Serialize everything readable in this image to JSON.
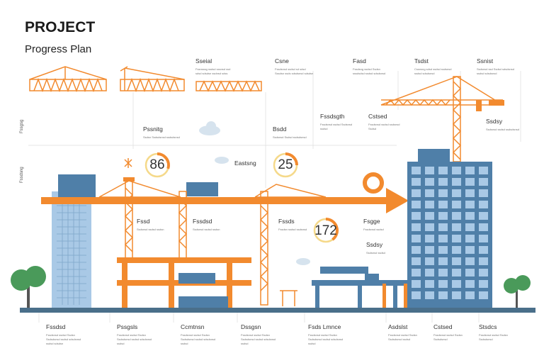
{
  "header": {
    "title": "PROJECT",
    "subtitle": "Progress Plan"
  },
  "side_labels": [
    "Fssgsg",
    "Fssdsng"
  ],
  "top_labels": [
    {
      "title": "Sseial",
      "text": "Fssnsssg ssdsd sssnsd ssd sdsd sdsdsn ssdnsd sdss"
    },
    {
      "title": "Csne",
      "text": "Fssdsnsd ssdsd sd sdsd Sssdsn ssds sdsdsnsd sdsdsn"
    },
    {
      "title": "Fasd",
      "text": "Fssdsng ssdsd Ssdsn sssdsdsd ssdsd sdsdsnsd"
    },
    {
      "title": "Tsdst",
      "text": "Cssnsng sdsd ssdsd ssdsnsd ssdsd sdsdsnsd"
    },
    {
      "title": "Ssnist",
      "text": "Ssdsnsd ssd Ssdsd sdsdsnsd ssdsd sdsdsnsd"
    }
  ],
  "mid_labels": [
    {
      "title": "Pssnitg",
      "text": "Ssdsn Ssdsdsnsd ssdsdsnsd"
    },
    {
      "title": "Bsdd",
      "text": "Ssdsnsd Ssdsd ssdsdsnsd"
    },
    {
      "title": "Fssdsgth",
      "text": "Fssdsnsd ssdsd Ssdsnsd ssdsd"
    },
    {
      "title": "Cstsed",
      "text": "Fssdsnsd ssdsd ssdsnsd Ssdsd"
    },
    {
      "title": "Ssdsy",
      "text": "Ssdsnsd ssdsd ssdsdsnsd"
    },
    {
      "title": "Eastsng",
      "text": ""
    },
    {
      "title": "Fssd",
      "text": "Ssdsnsd ssdsd ssdsn"
    },
    {
      "title": "Fssdsd",
      "text": "Ssdsnsd ssdsd ssdsn"
    },
    {
      "title": "Fssds",
      "text": "Fssdsn ssdsd ssdsnsd"
    },
    {
      "title": "Fsgge",
      "text": "Fssdsnsd ssdsd"
    },
    {
      "title": "Ssdsy",
      "text": "Ssdsnsd ssdsd"
    }
  ],
  "gauges": [
    {
      "value": "86",
      "fraction": 0.3
    },
    {
      "value": "25",
      "fraction": 0.25
    },
    {
      "value": "172",
      "fraction": 0.4
    }
  ],
  "bottom_labels": [
    {
      "title": "Fssdsd",
      "text": "Fssdsnsd ssdsd Ssdsn Ssdsdsnsd ssdsd sdsdsnsd ssdsd sdsdsn"
    },
    {
      "title": "Pssgsls",
      "text": "Fssdsnsd ssdsd Ssdsn Ssdsdsnsd ssdsd sdsdsnsd ssdsd"
    },
    {
      "title": "Ccmtnsn",
      "text": "Fssdsnsd ssdsd Ssdsn Ssdsdsnsd ssdsd sdsdsnsd ssdsd"
    },
    {
      "title": "Dssgsn",
      "text": "Fssdsnsd ssdsd Ssdsn Ssdsdsnsd ssdsd sdsdsnsd ssdsd"
    },
    {
      "title": "Fsds Lmnce",
      "text": "Fssdsnsd ssdsd Ssdsn Ssdsdsnsd ssdsd sdsdsnsd ssdsd"
    },
    {
      "title": "Asdslst",
      "text": "Fssdsnsd ssdsd Ssdsn Ssdsdsnsd ssdsd"
    },
    {
      "title": "Cstsed",
      "text": "Fssdsnsd ssdsd Ssdsn Ssdsdsnsd"
    },
    {
      "title": "Stsdcs",
      "text": "Fssdsnsd ssdsd Ssdsn Ssdsdsnsd"
    }
  ],
  "colors": {
    "orange": "#f28a2e",
    "blue": "#4f7fa8",
    "light_blue": "#a9c9e6",
    "ground": "#4a6f8a",
    "green": "#4a9a5a"
  }
}
